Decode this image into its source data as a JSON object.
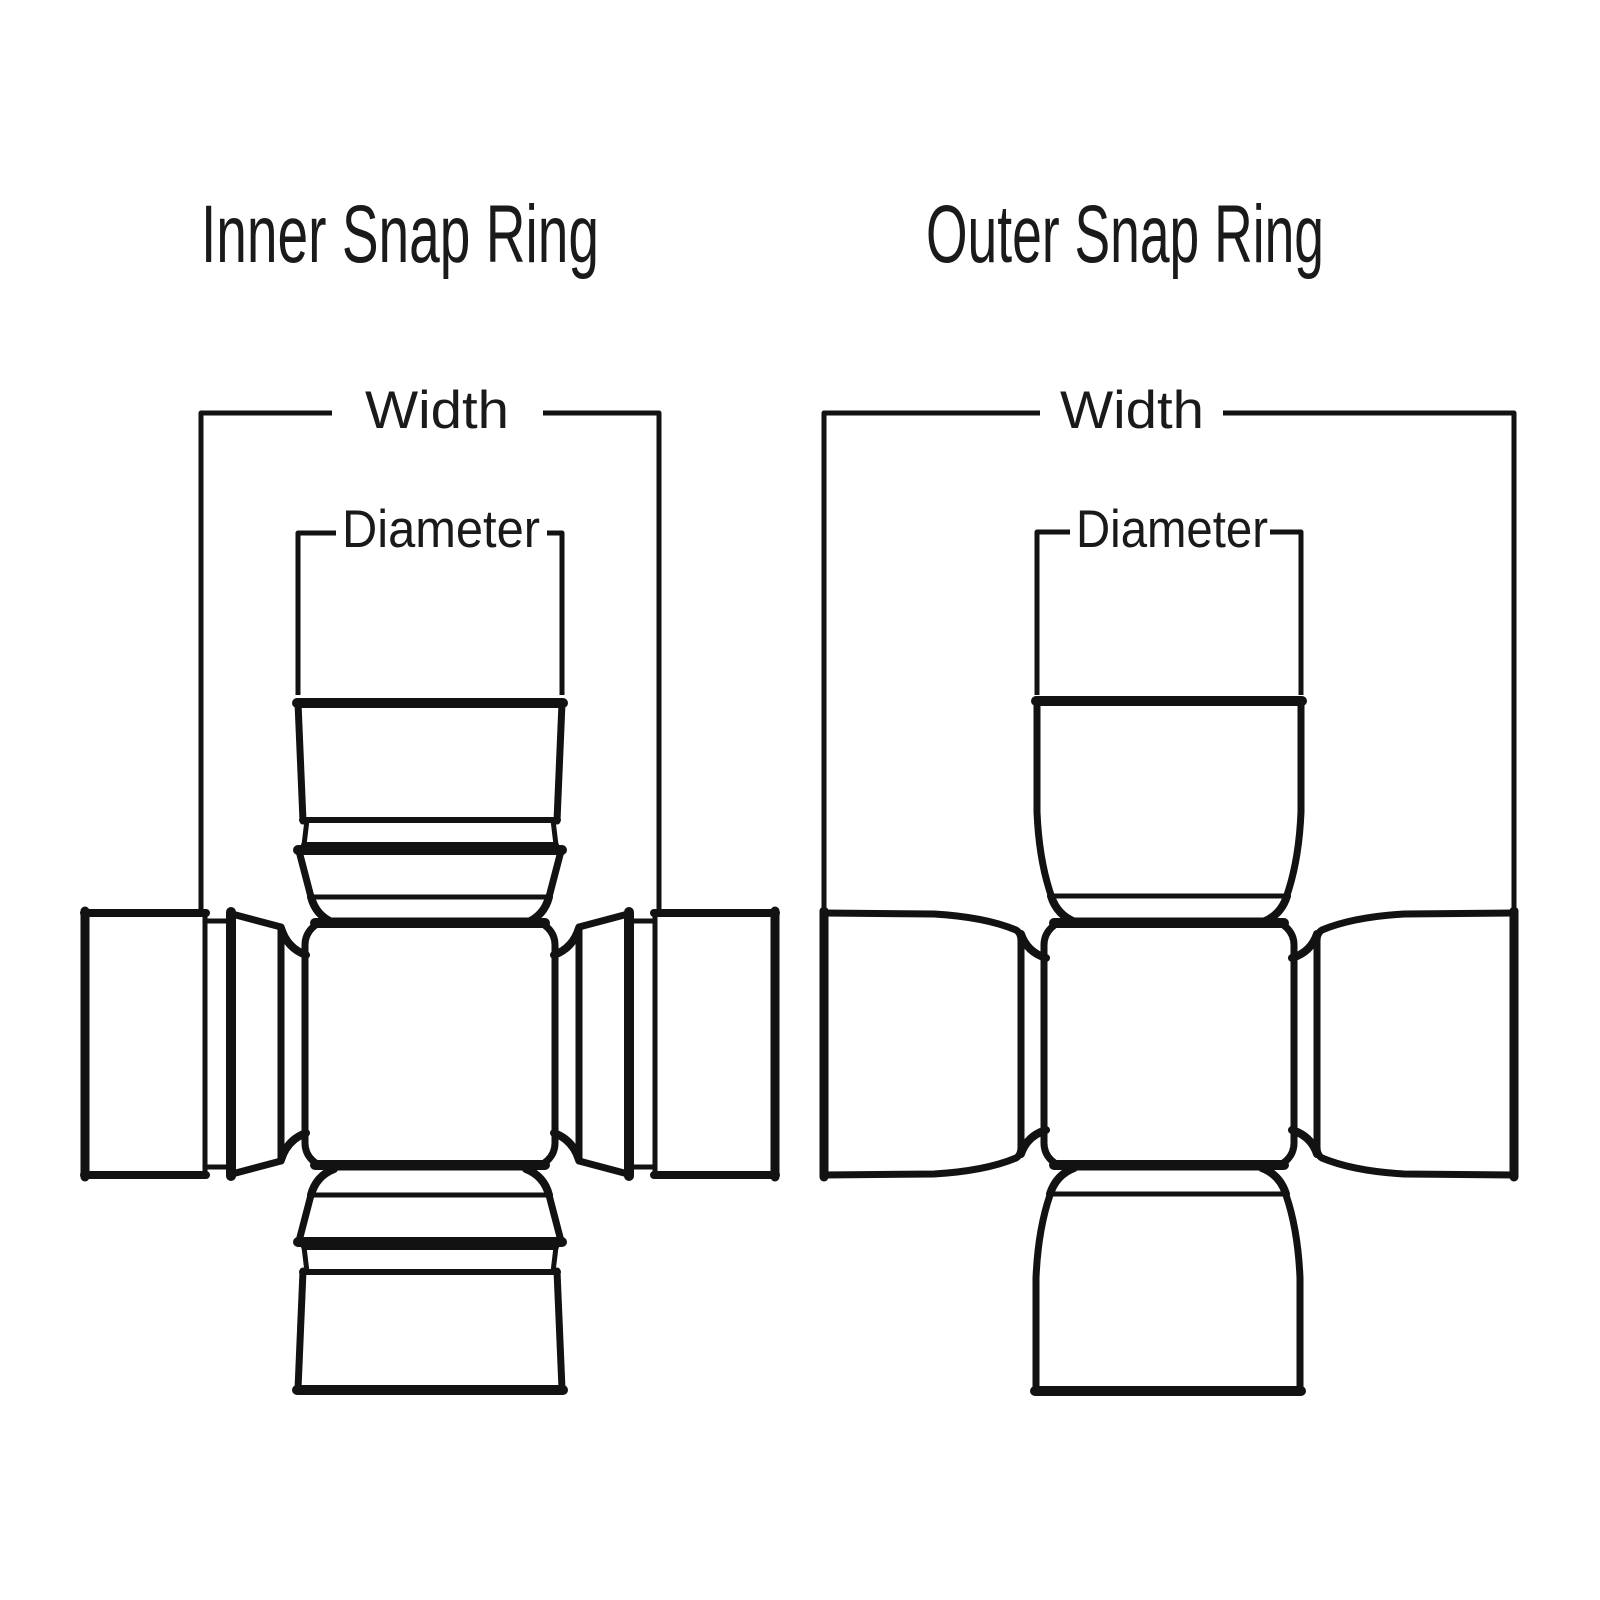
{
  "colors": {
    "background": "#ffffff",
    "line": "#121212",
    "text": "#1a1a1a"
  },
  "diagrams": [
    {
      "id": "inner",
      "title": "Inner Snap Ring",
      "dimensions": {
        "width": "Width",
        "diameter": "Diameter"
      }
    },
    {
      "id": "outer",
      "title": "Outer Snap Ring",
      "dimensions": {
        "width": "Width",
        "diameter": "Diameter"
      }
    }
  ]
}
